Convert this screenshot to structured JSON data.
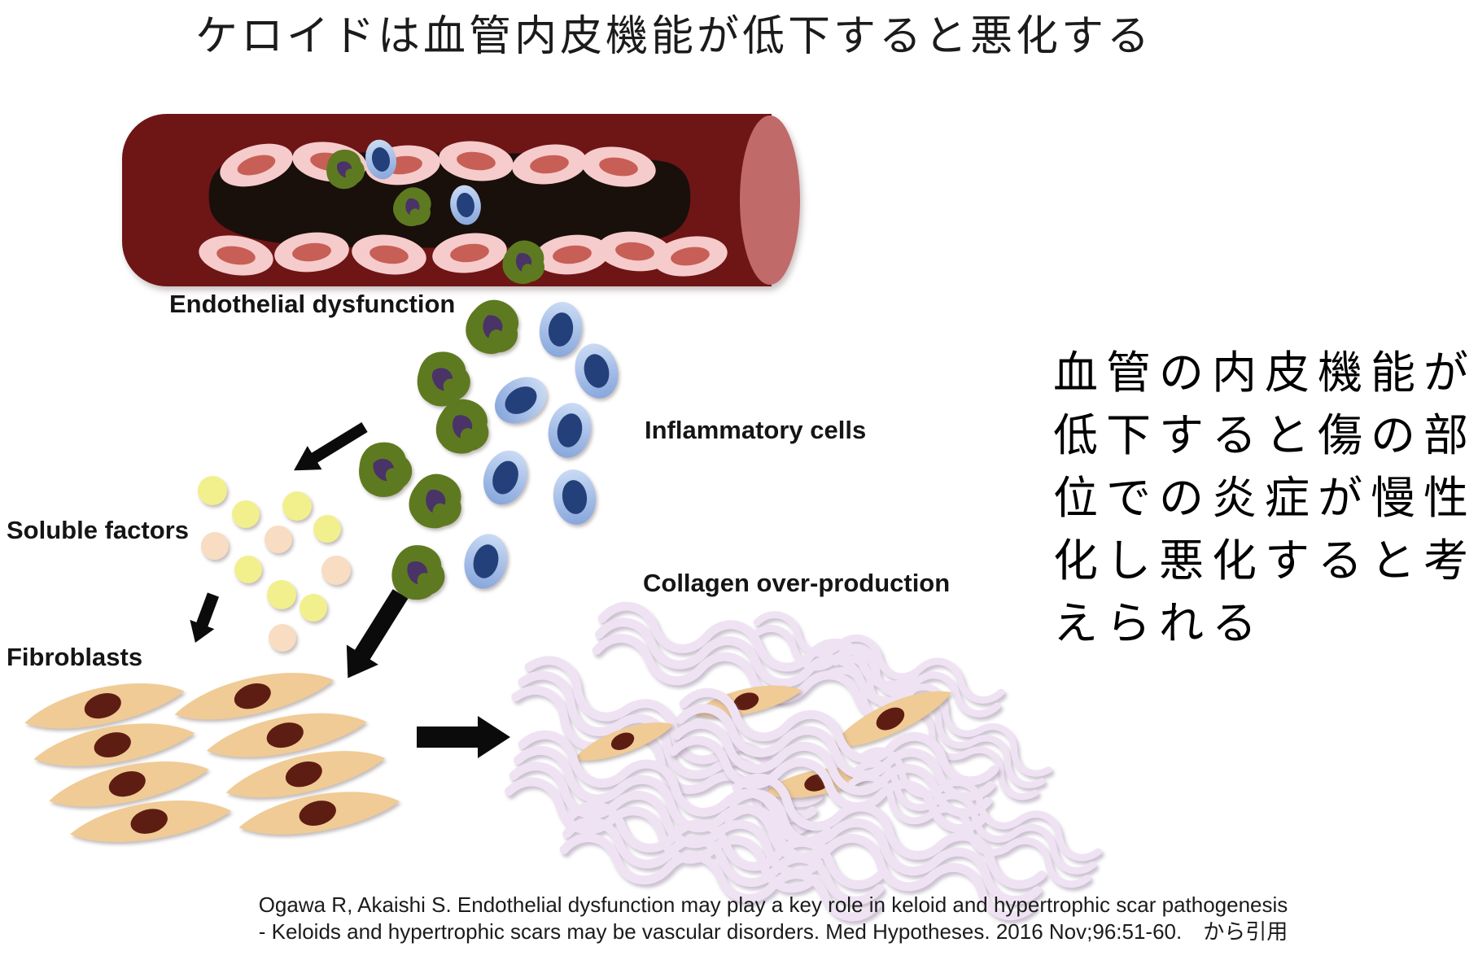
{
  "title": "ケロイドは血管内皮機能が低下すると悪化する",
  "diagram": {
    "labels": {
      "endothelial_dysfunction": "Endothelial dysfunction",
      "inflammatory_cells": "Inflammatory cells",
      "soluble_factors": "Soluble factors",
      "fibroblasts": "Fibroblasts",
      "collagen_over_production": "Collagen over-production"
    }
  },
  "side_note": {
    "lines": [
      "血管の内皮機能が",
      "低下すると傷の部",
      "位での炎症が慢性",
      "化し悪化すると考",
      "えられる"
    ]
  },
  "citation": {
    "lines": [
      "Ogawa R, Akaishi S. Endothelial dysfunction may play a key role in keloid and hypertrophic scar pathogenesis",
      "- Keloids and hypertrophic scars may be vascular disorders. Med Hypotheses. 2016 Nov;96:51-60.　から引用"
    ]
  },
  "colors": {
    "vessel_body": "#6e1515",
    "vessel_cap": "#c06a6a",
    "vessel_lumen": "#190f0b",
    "endothelial_cell": "#f6cbcb",
    "endothelial_nucleus": "#c75f57",
    "monocyte_body": "#5e7a20",
    "monocyte_nucleus": "#4a3367",
    "lymphocyte_body": "#a8c2e9",
    "lymphocyte_nucleus": "#24407a",
    "soluble_factor_yellow": "#f2f08d",
    "soluble_factor_peach": "#f8ddc2",
    "fibroblast_body": "#f0cb95",
    "fibroblast_nucleus": "#5e1d12",
    "collagen_strand": "#efe3f3",
    "arrow": "#0b0b0b"
  }
}
